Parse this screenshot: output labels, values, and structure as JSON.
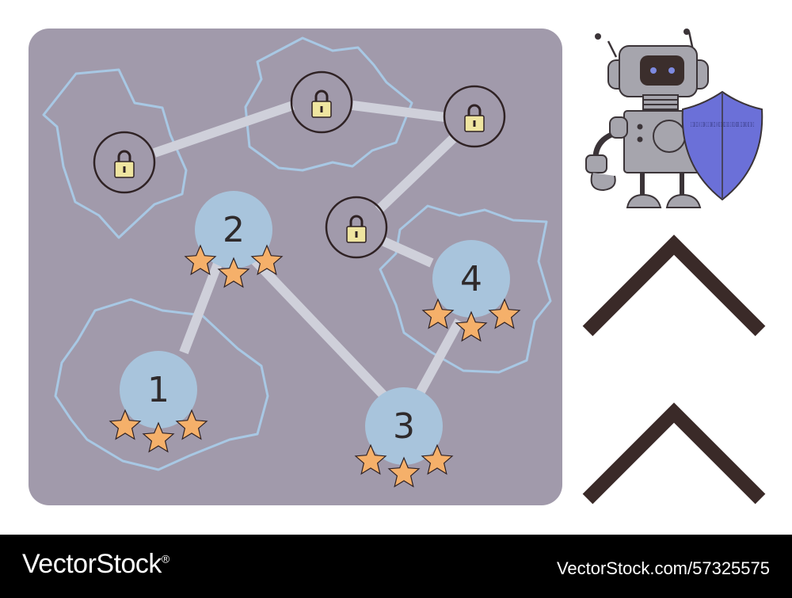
{
  "colors": {
    "board": "#a19aab",
    "region_outline": "#a8c8e4",
    "path": "#cfd0da",
    "level_fill": "#a8c4dc",
    "locked_ring": "#2f2224",
    "lock_body": "#efe5a0",
    "star": "#f5b06a",
    "chevron": "#3a2a28",
    "robot": "#a6a5ad",
    "shield": "#6b70d8"
  },
  "levels": [
    {
      "id": "level-1",
      "label": "1",
      "state": "unlocked",
      "stars": 3
    },
    {
      "id": "level-2",
      "label": "2",
      "state": "unlocked",
      "stars": 3
    },
    {
      "id": "level-3",
      "label": "3",
      "state": "unlocked",
      "stars": 3
    },
    {
      "id": "level-4",
      "label": "4",
      "state": "unlocked",
      "stars": 3
    },
    {
      "id": "locked-a",
      "label": "",
      "state": "locked",
      "icon": "padlock-icon"
    },
    {
      "id": "locked-b",
      "label": "",
      "state": "locked",
      "icon": "padlock-icon"
    },
    {
      "id": "locked-c",
      "label": "",
      "state": "locked",
      "icon": "padlock-icon"
    },
    {
      "id": "locked-d",
      "label": "",
      "state": "locked",
      "icon": "padlock-icon"
    }
  ],
  "controls": [
    {
      "id": "scroll-up-upper",
      "icon": "chevron-up-icon"
    },
    {
      "id": "scroll-up-lower",
      "icon": "chevron-up-icon"
    }
  ],
  "mascot": {
    "icon": "robot-with-shield-icon",
    "shield_code": "1 110 11 0 1 100 1 1 100 11 0 01 1 011 101 1 011 0101 11 1001 01 10 1"
  },
  "footer": {
    "brand": "VectorStock",
    "brand_mark": "®",
    "credit": "VectorStock.com/57325575"
  }
}
